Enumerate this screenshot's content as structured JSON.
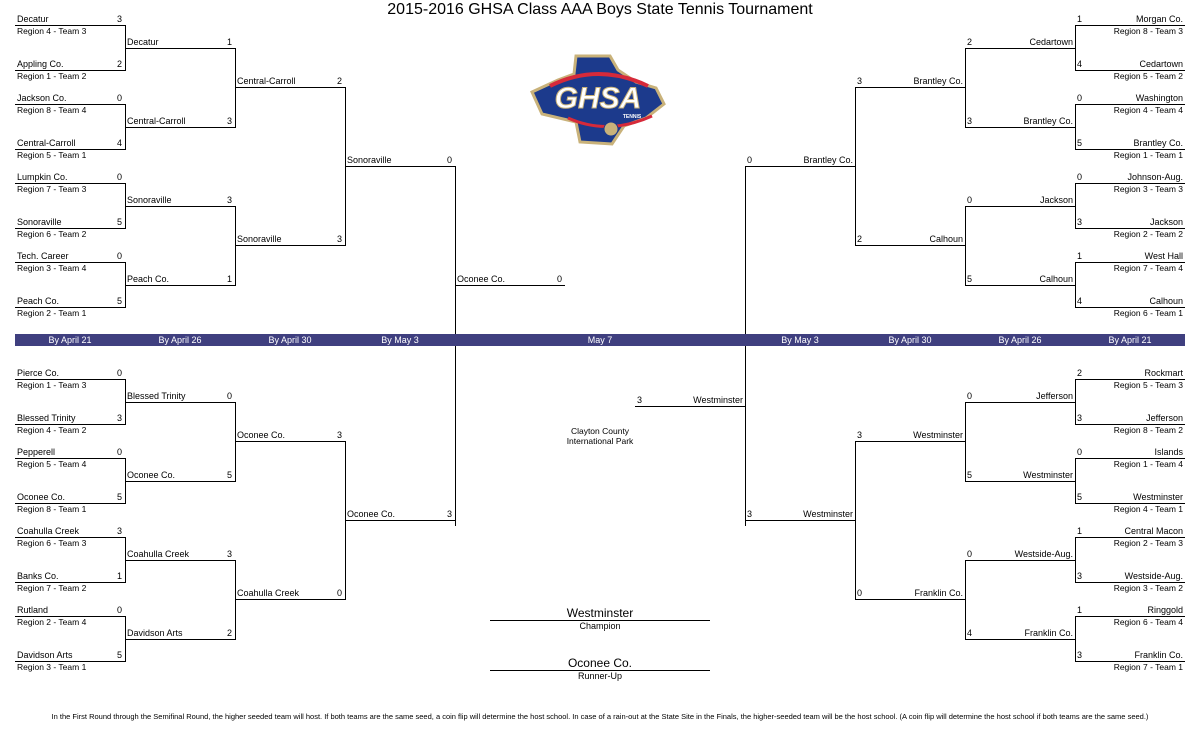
{
  "title": "2015-2016 GHSA Class AAA Boys State Tennis Tournament",
  "logo": {
    "text": "GHSA",
    "subtext": "TENNIS"
  },
  "colors": {
    "date_bar": "#3f3f7f",
    "logo_blue": "#1c3a8c",
    "logo_gold": "#c9b27a",
    "logo_red": "#d62a3a"
  },
  "dates": [
    "By April 21",
    "By April 26",
    "By April 30",
    "By May 3",
    "May 7",
    "By May 3",
    "By April 30",
    "By April 26",
    "By April 21"
  ],
  "quadrants": [
    {
      "id": "left-top",
      "r1": [
        {
          "name": "Decatur",
          "seed": "Region 4 - Team 3",
          "score": "3"
        },
        {
          "name": "Appling Co.",
          "seed": "Region 1 - Team 2",
          "score": "2"
        },
        {
          "name": "Jackson Co.",
          "seed": "Region 8 - Team 4",
          "score": "0"
        },
        {
          "name": "Central-Carroll",
          "seed": "Region 5 - Team 1",
          "score": "4"
        },
        {
          "name": "Lumpkin Co.",
          "seed": "Region 7 - Team 3",
          "score": "0"
        },
        {
          "name": "Sonoraville",
          "seed": "Region 6 - Team 2",
          "score": "5"
        },
        {
          "name": "Tech. Career",
          "seed": "Region 3 - Team 4",
          "score": "0"
        },
        {
          "name": "Peach Co.",
          "seed": "Region 2 - Team 1",
          "score": "5"
        }
      ],
      "r2": [
        {
          "name": "Decatur",
          "score": "1"
        },
        {
          "name": "Central-Carroll",
          "score": "3"
        },
        {
          "name": "Sonoraville",
          "score": "3"
        },
        {
          "name": "Peach Co.",
          "score": "1"
        }
      ],
      "r3": [
        {
          "name": "Central-Carroll",
          "score": "2"
        },
        {
          "name": "Sonoraville",
          "score": "3"
        }
      ],
      "r4": [
        {
          "name": "Sonoraville",
          "score": "0"
        }
      ]
    },
    {
      "id": "left-bottom",
      "r1": [
        {
          "name": "Pierce Co.",
          "seed": "Region 1 - Team 3",
          "score": "0"
        },
        {
          "name": "Blessed Trinity",
          "seed": "Region 4 - Team 2",
          "score": "3"
        },
        {
          "name": "Pepperell",
          "seed": "Region 5 - Team 4",
          "score": "0"
        },
        {
          "name": "Oconee Co.",
          "seed": "Region 8 - Team 1",
          "score": "5"
        },
        {
          "name": "Coahulla Creek",
          "seed": "Region 6 - Team 3",
          "score": "3"
        },
        {
          "name": "Banks Co.",
          "seed": "Region 7 - Team 2",
          "score": "1"
        },
        {
          "name": "Rutland",
          "seed": "Region 2 - Team 4",
          "score": "0"
        },
        {
          "name": "Davidson Arts",
          "seed": "Region 3 - Team 1",
          "score": "5"
        }
      ],
      "r2": [
        {
          "name": "Blessed Trinity",
          "score": "0"
        },
        {
          "name": "Oconee Co.",
          "score": "5"
        },
        {
          "name": "Coahulla Creek",
          "score": "3"
        },
        {
          "name": "Davidson Arts",
          "score": "2"
        }
      ],
      "r3": [
        {
          "name": "Oconee Co.",
          "score": "3"
        },
        {
          "name": "Coahulla Creek",
          "score": "0"
        }
      ],
      "r4": [
        {
          "name": "Oconee Co.",
          "score": "3"
        }
      ]
    },
    {
      "id": "right-top",
      "r1": [
        {
          "name": "Morgan Co.",
          "seed": "Region 8 - Team 3",
          "score": "1"
        },
        {
          "name": "Cedartown",
          "seed": "Region 5 - Team 2",
          "score": "4"
        },
        {
          "name": "Washington",
          "seed": "Region 4 - Team 4",
          "score": "0"
        },
        {
          "name": "Brantley Co.",
          "seed": "Region 1 - Team 1",
          "score": "5"
        },
        {
          "name": "Johnson-Aug.",
          "seed": "Region 3 - Team 3",
          "score": "0"
        },
        {
          "name": "Jackson",
          "seed": "Region 2 - Team 2",
          "score": "3"
        },
        {
          "name": "West Hall",
          "seed": "Region 7 - Team 4",
          "score": "1"
        },
        {
          "name": "Calhoun",
          "seed": "Region 6 - Team 1",
          "score": "4"
        }
      ],
      "r2": [
        {
          "name": "Cedartown",
          "score": "2"
        },
        {
          "name": "Brantley Co.",
          "score": "3"
        },
        {
          "name": "Jackson",
          "score": "0"
        },
        {
          "name": "Calhoun",
          "score": "5"
        }
      ],
      "r3": [
        {
          "name": "Brantley Co.",
          "score": "3"
        },
        {
          "name": "Calhoun",
          "score": "2"
        }
      ],
      "r4": [
        {
          "name": "Brantley Co.",
          "score": "0"
        }
      ]
    },
    {
      "id": "right-bottom",
      "r1": [
        {
          "name": "Rockmart",
          "seed": "Region 5 - Team 3",
          "score": "2"
        },
        {
          "name": "Jefferson",
          "seed": "Region 8 - Team 2",
          "score": "3"
        },
        {
          "name": "Islands",
          "seed": "Region 1 - Team 4",
          "score": "0"
        },
        {
          "name": "Westminster",
          "seed": "Region 4 - Team 1",
          "score": "5"
        },
        {
          "name": "Central Macon",
          "seed": "Region 2 - Team 3",
          "score": "1"
        },
        {
          "name": "Westside-Aug.",
          "seed": "Region 3 - Team 2",
          "score": "3"
        },
        {
          "name": "Ringgold",
          "seed": "Region 6 - Team 4",
          "score": "1"
        },
        {
          "name": "Franklin Co.",
          "seed": "Region 7 - Team 1",
          "score": "3"
        }
      ],
      "r2": [
        {
          "name": "Jefferson",
          "score": "0"
        },
        {
          "name": "Westminster",
          "score": "5"
        },
        {
          "name": "Westside-Aug.",
          "score": "0"
        },
        {
          "name": "Franklin Co.",
          "score": "4"
        }
      ],
      "r3": [
        {
          "name": "Westminster",
          "score": "3"
        },
        {
          "name": "Franklin Co.",
          "score": "0"
        }
      ],
      "r4": [
        {
          "name": "Westminster",
          "score": "3"
        }
      ]
    }
  ],
  "final": {
    "left": {
      "name": "Oconee Co.",
      "score": "0"
    },
    "right": {
      "name": "Westminster",
      "score": "3"
    }
  },
  "venue": [
    "Clayton County",
    "International Park"
  ],
  "champion": {
    "name": "Westminster",
    "label": "Champion"
  },
  "runner_up": {
    "name": "Oconee Co.",
    "label": "Runner-Up"
  },
  "footnote": "In the First Round through the Semifinal Round, the higher seeded team will host. If both teams are the same seed, a coin flip will determine the host school. In case of a rain-out at the State Site in the Finals, the higher-seeded team will be the host school.  (A coin flip will determine the host school if both teams are the same seed.)"
}
